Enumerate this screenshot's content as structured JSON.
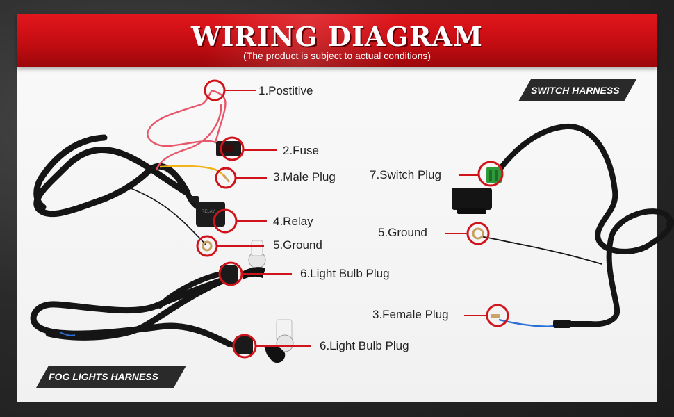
{
  "header": {
    "title": "WIRING DIAGRAM",
    "subtitle": "(The product is subject to actual conditions)"
  },
  "tags": {
    "switch_harness": "SWITCH HARNESS",
    "fog_harness": "FOG LIGHTS HARNESS"
  },
  "callouts": {
    "positive": "1.Postitive",
    "fuse": "2.Fuse",
    "male_plug": "3.Male Plug",
    "relay": "4.Relay",
    "ground_left": "5.Ground",
    "bulb_plug_upper": "6.Light Bulb Plug",
    "bulb_plug_lower": "6.Light Bulb Plug",
    "switch_plug": "7.Switch Plug",
    "ground_right": "5.Ground",
    "female_plug": "3.Female Plug"
  },
  "colors": {
    "accent": "#d0131a",
    "harness": "#151515",
    "positive_wire": "#e8566a",
    "male_plug_wire": "#f2b21a",
    "female_plug_wire": "#2b6fd6",
    "switch_plug": "#2f9a3a",
    "ring_terminal": "#c8a060"
  }
}
